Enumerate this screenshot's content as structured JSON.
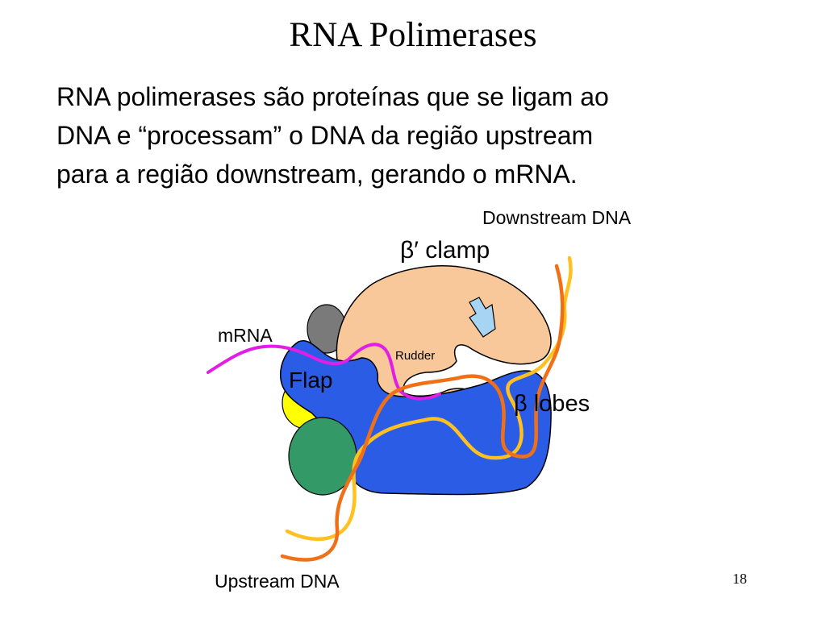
{
  "slide": {
    "title": "RNA Polimerases",
    "body_lines": [
      "RNA polimerases são proteínas que se ligam ao",
      "DNA e “processam” o DNA da região upstream",
      "para a região downstream, gerando o mRNA."
    ],
    "slide_number": "18"
  },
  "diagram": {
    "labels": {
      "downstream_dna": "Downstream DNA",
      "beta_prime_clamp": "β′ clamp",
      "mrna": "mRNA",
      "rudder": "Rudder",
      "flap": "Flap",
      "beta_lobes": "β lobes",
      "upstream_dna": "Upstream DNA"
    },
    "colors": {
      "beta_prime_clamp": "#f9c89a",
      "beta_subunit": "#2b5ce6",
      "green_domain": "#339966",
      "yellow_domain": "#ffff00",
      "gray_domain": "#7a7a7a",
      "mrna_strand": "#e21ee6",
      "dna_strand_orange": "#f07018",
      "dna_strand_yellow": "#ffc020",
      "direction_arrow": "#a8d4f4"
    }
  }
}
